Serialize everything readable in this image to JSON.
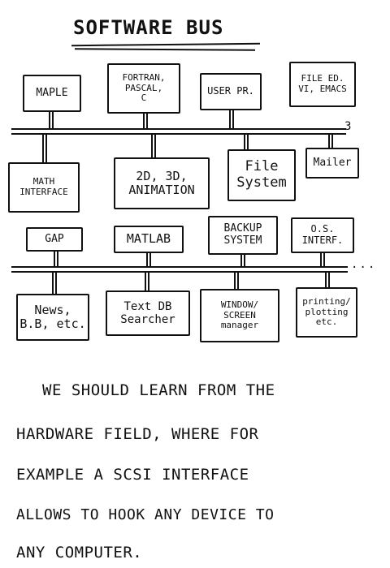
{
  "title": "SOFTWARE BUS",
  "bus_end_mark": "3",
  "bus_dots": "...",
  "row1": [
    "MAPLE",
    "FORTRAN,\nPASCAL,\nC",
    "USER PR.",
    "FILE ED.\nVI, EMACS"
  ],
  "row2": [
    "MATH\nINTERFACE",
    "2D, 3D,\nANIMATION",
    "File\nSystem",
    "Mailer"
  ],
  "row3": [
    "GAP",
    "MATLAB",
    "BACKUP\nSYSTEM",
    "O.S.\nINTERF."
  ],
  "row4": [
    "News,\nB.B, etc.",
    "Text DB\nSearcher",
    "WINDOW/\nSCREEN\nmanager",
    "printing/\nplotting\netc."
  ],
  "prose": [
    "WE SHOULD LEARN FROM THE",
    "HARDWARE FIELD, WHERE FOR",
    "EXAMPLE  A SCSI INTERFACE",
    "ALLOWS TO HOOK ANY DEVICE TO",
    "ANY COMPUTER."
  ]
}
